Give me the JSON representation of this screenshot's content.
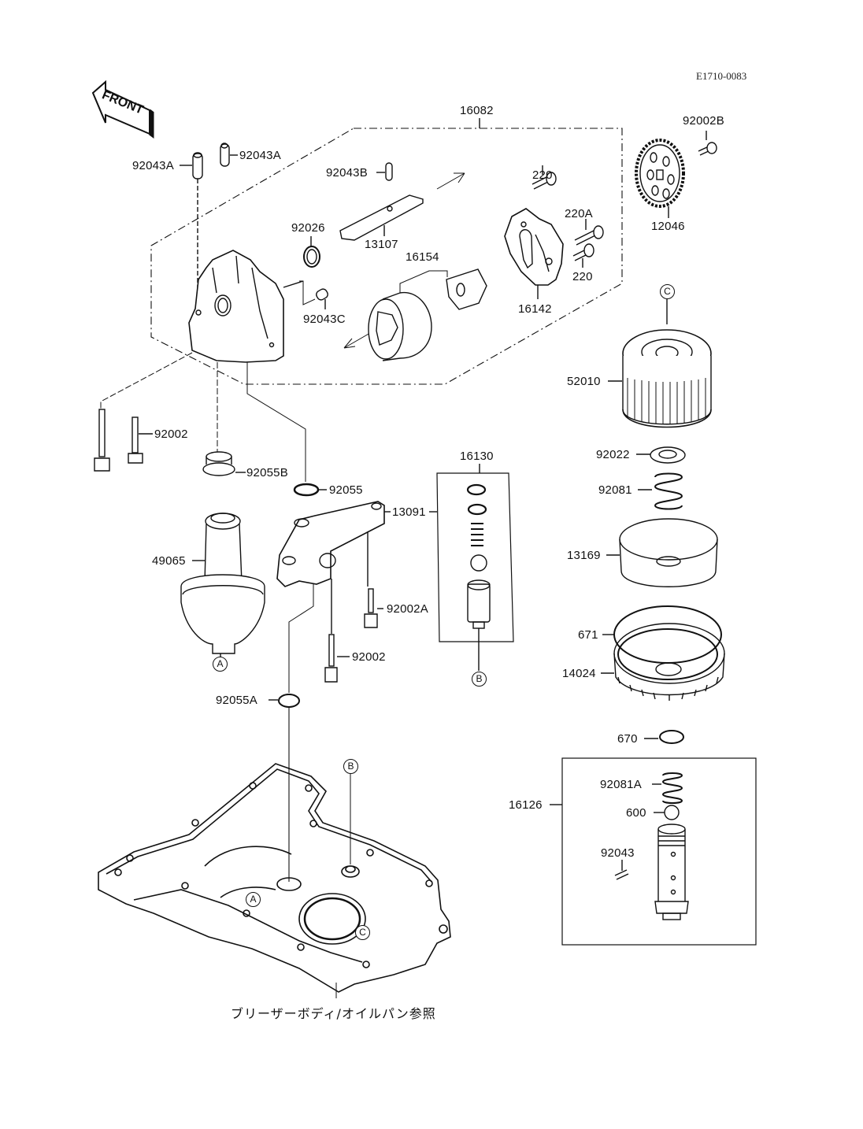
{
  "diagram": {
    "reference_code": "E1710-0083",
    "front_indicator": "FRONT",
    "footnote": "ブリーザーボディ/オイルパン参照",
    "callouts": {
      "A": "A",
      "B": "B",
      "C": "C"
    },
    "groups": [
      {
        "id": "16082",
        "label": "16082",
        "name": "oil pump assembly"
      },
      {
        "id": "16130",
        "label": "16130",
        "name": "relief valve assembly"
      },
      {
        "id": "16126",
        "label": "16126",
        "name": "bypass valve assembly"
      }
    ],
    "parts": {
      "p92043A_1": "92043A",
      "p92043A_2": "92043A",
      "p92043B": "92043B",
      "p13107": "13107",
      "p92026": "92026",
      "p16154": "16154",
      "p92043C": "92043C",
      "p220_top": "220",
      "p220A": "220A",
      "p220_bot": "220",
      "p16142": "16142",
      "p92002B": "92002B",
      "p12046": "12046",
      "p52010": "52010",
      "p92022": "92022",
      "p92081": "92081",
      "p13169": "13169",
      "p671": "671",
      "p14024": "14024",
      "p670": "670",
      "p92002_1": "92002",
      "p92055B": "92055B",
      "p92055": "92055",
      "p13091": "13091",
      "p49065": "49065",
      "p92002A": "92002A",
      "p92002_2": "92002",
      "p92055A": "92055A",
      "p16130": "16130",
      "p16126": "16126",
      "p92081A": "92081A",
      "p600": "600",
      "p92043": "92043"
    }
  }
}
